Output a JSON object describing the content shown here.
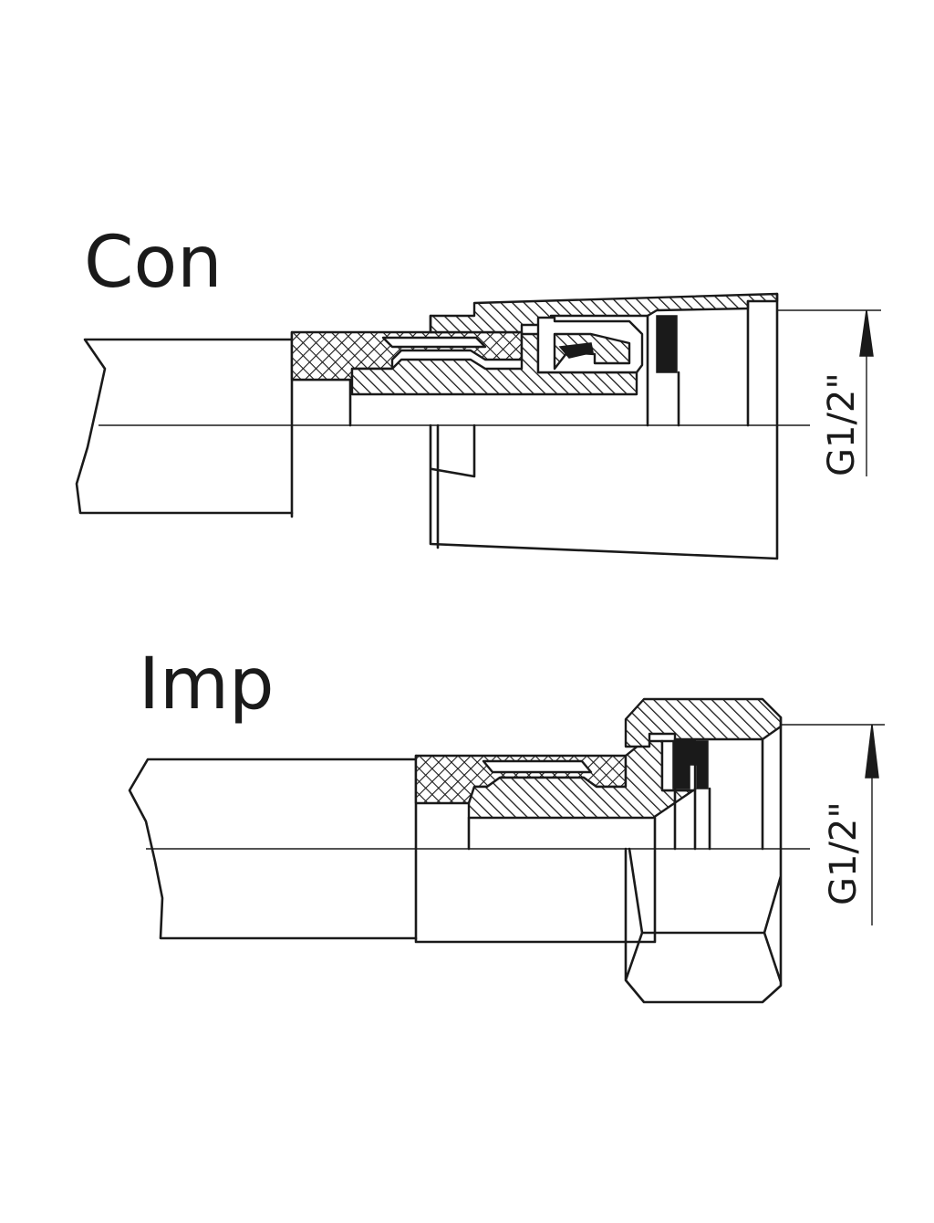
{
  "fittings": [
    {
      "label": "Con",
      "dimension": "G1/2\""
    },
    {
      "label": "Imp",
      "dimension": "G1/2\""
    }
  ],
  "colors": {
    "ink": "#1a1a1a",
    "background": "#ffffff"
  }
}
